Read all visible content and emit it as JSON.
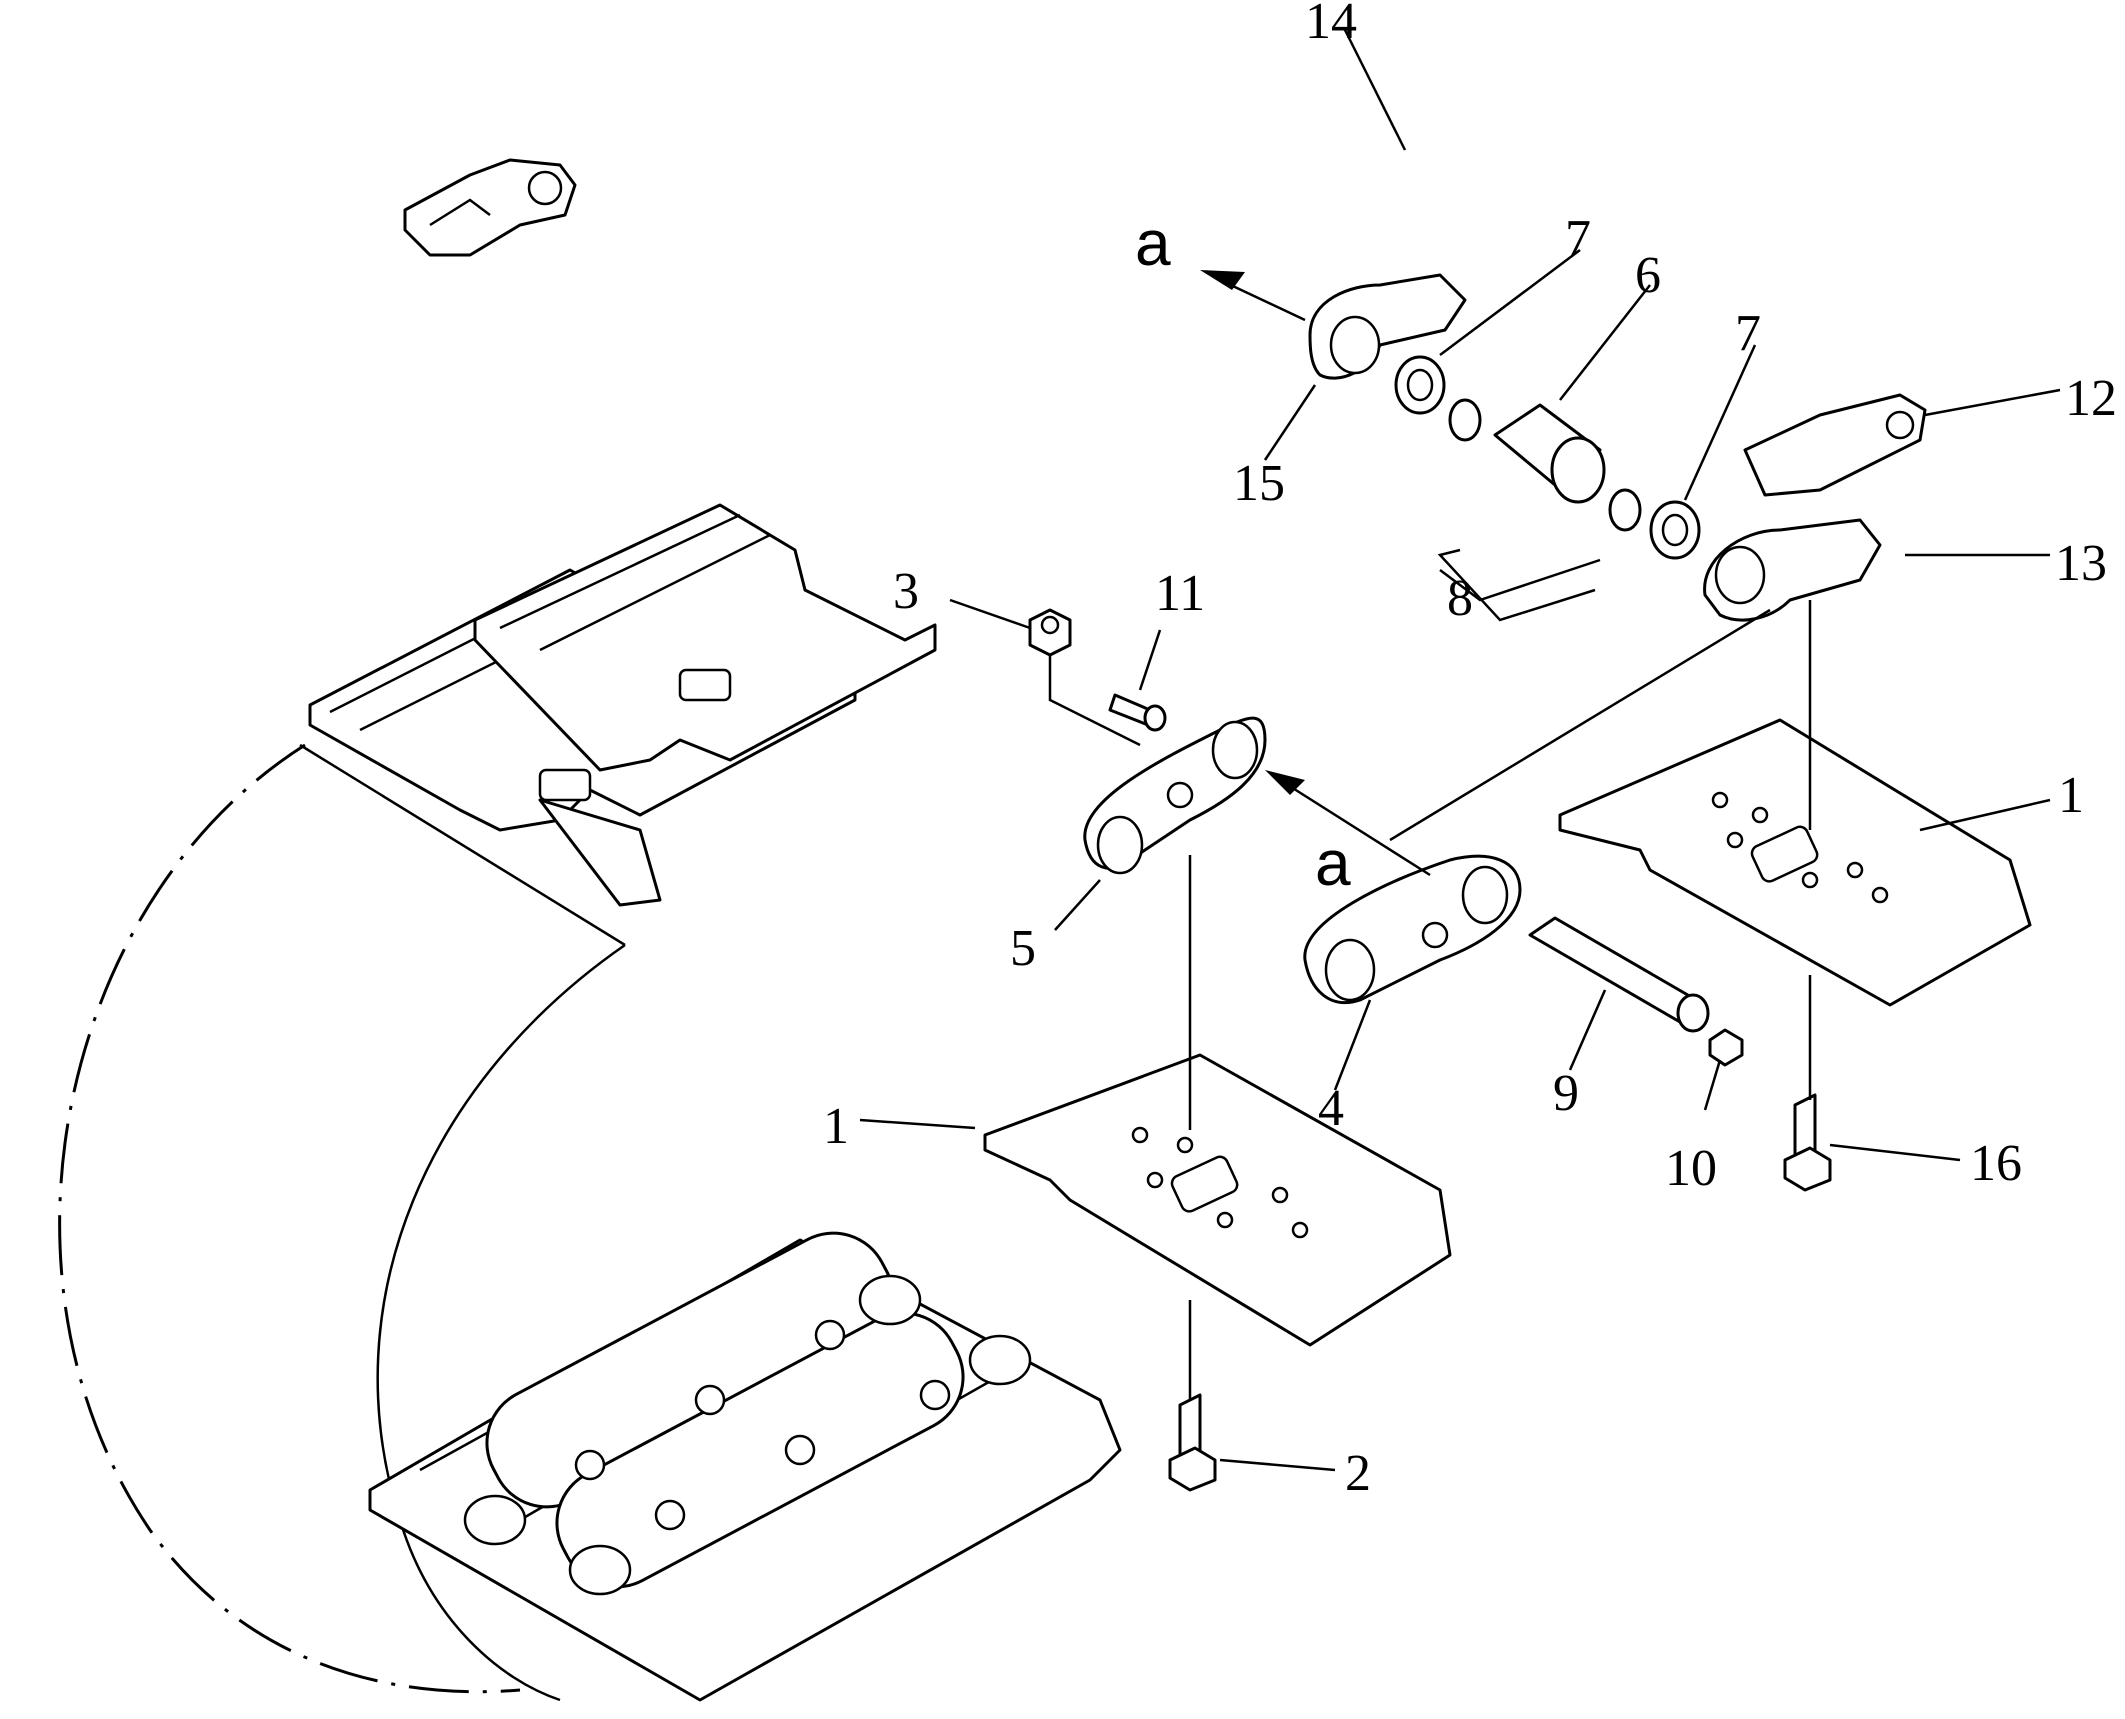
{
  "callouts": [
    "14",
    "7",
    "6",
    "7",
    "12",
    "13",
    "15",
    "8",
    "3",
    "11",
    "1",
    "5",
    "4",
    "9",
    "10",
    "16",
    "1",
    "2"
  ],
  "view_marks": [
    "a",
    "a"
  ]
}
